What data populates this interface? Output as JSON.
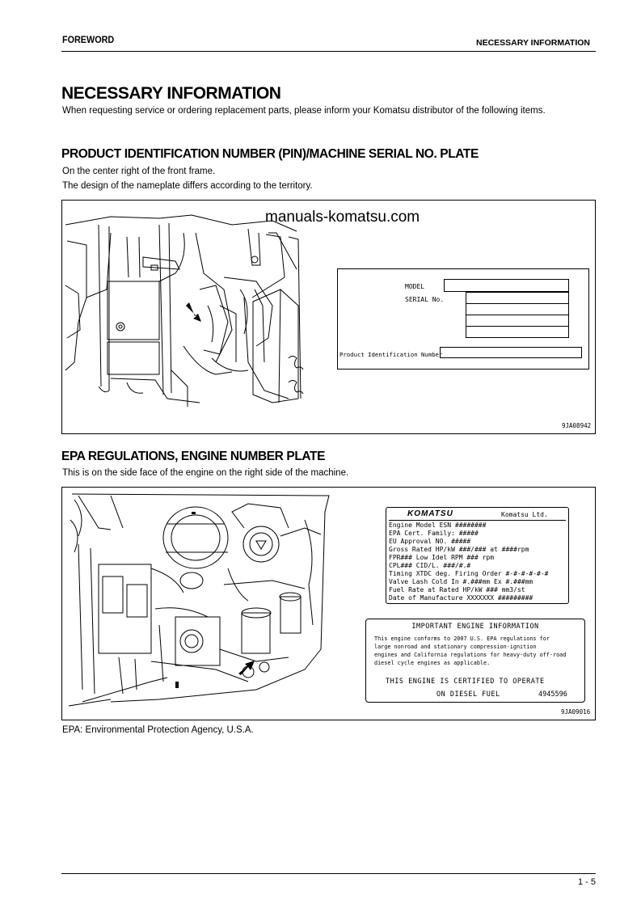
{
  "header": {
    "left": "FOREWORD",
    "right": "NECESSARY INFORMATION"
  },
  "title": "NECESSARY INFORMATION",
  "intro": "When requesting service or ordering replacement parts, please inform your Komatsu distributor of the following items.",
  "sec1": {
    "heading": "PRODUCT IDENTIFICATION NUMBER (PIN)/MACHINE SERIAL NO. PLATE",
    "line1": "On the center right of the front frame.",
    "line2": "The design of the nameplate differs according to the territory."
  },
  "fig1": {
    "watermark": "manuals-komatsu.com",
    "plate": {
      "model": "MODEL",
      "serial": "SERIAL No.",
      "pin": "Product Identification Number"
    },
    "id": "9JA08942"
  },
  "sec2": {
    "heading": "EPA REGULATIONS, ENGINE NUMBER PLATE",
    "line1": "This is on the side face of the engine on the right side of the machine."
  },
  "fig2": {
    "brand": "KOMATSU",
    "company": "Komatsu Ltd.",
    "lines": [
      "Engine Model           ESN ########",
      "EPA Cert. Family: #####",
      "EU Approval NO. #####",
      "Gross Rated HP/kW     ###/### at ####rpm",
      "FPR###                Low Idel RPM ### rpm",
      "CPL###                CID/L. ###/#.#",
      "Timing XTDC  deg.     Firing Order #-#-#-#-#-#",
      "Valve Lash Cold       In #.###mm Ex #.###mm",
      "Fuel Rate at Rated HP/kW ### mm3/st",
      "Date of Manufacture   XXXXXXX  #########"
    ],
    "important": {
      "title": "IMPORTANT ENGINE INFORMATION",
      "body": [
        "This engine conforms to 2007 U.S. EPA regulations for",
        "large nonroad and stationary compression-ignition",
        "engines and California regulations for heavy-duty off-road",
        "diesel cycle engines as applicable."
      ],
      "cert1": "THIS ENGINE IS CERTIFIED TO OPERATE",
      "cert2": "ON DIESEL FUEL",
      "partno": "4945596"
    },
    "id": "9JA09016"
  },
  "epa_note": "EPA: Environmental Protection Agency, U.S.A.",
  "page_number": "1 - 5"
}
